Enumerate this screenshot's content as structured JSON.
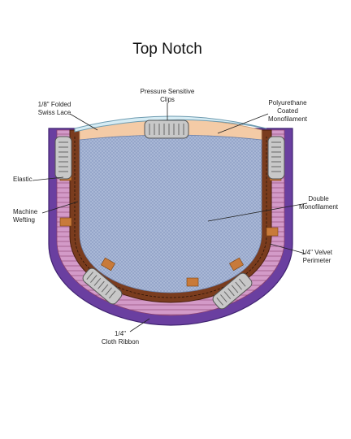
{
  "title": "Top Notch",
  "labels": {
    "pressure_clips": [
      "Pressure Sensitive",
      "Clips"
    ],
    "swiss_lace": [
      "1/8\" Folded",
      "Swiss Lace"
    ],
    "polyurethane": [
      "Polyurethane",
      "Coated",
      "Monofilament"
    ],
    "elastic": [
      "Elastic"
    ],
    "machine_wefting": [
      "Machine",
      "Wefting"
    ],
    "double_mono": [
      "Double",
      "Monofilament"
    ],
    "velvet": [
      "1/4\" Velvet",
      "Perimeter"
    ],
    "cloth_ribbon": [
      "1/4\"",
      "Cloth Ribbon"
    ]
  },
  "colors": {
    "velvet": "#6a3fa0",
    "velvet_dark": "#3f2270",
    "wefting": "#d39ac8",
    "wefting_line": "#8a3f6e",
    "ribbon": "#7a3c1e",
    "tab": "#c87a3a",
    "mono": "#a9b8d6",
    "poly": "#f4cba6",
    "lace": "#d6ecf4",
    "clip": "#c8c8c8"
  }
}
